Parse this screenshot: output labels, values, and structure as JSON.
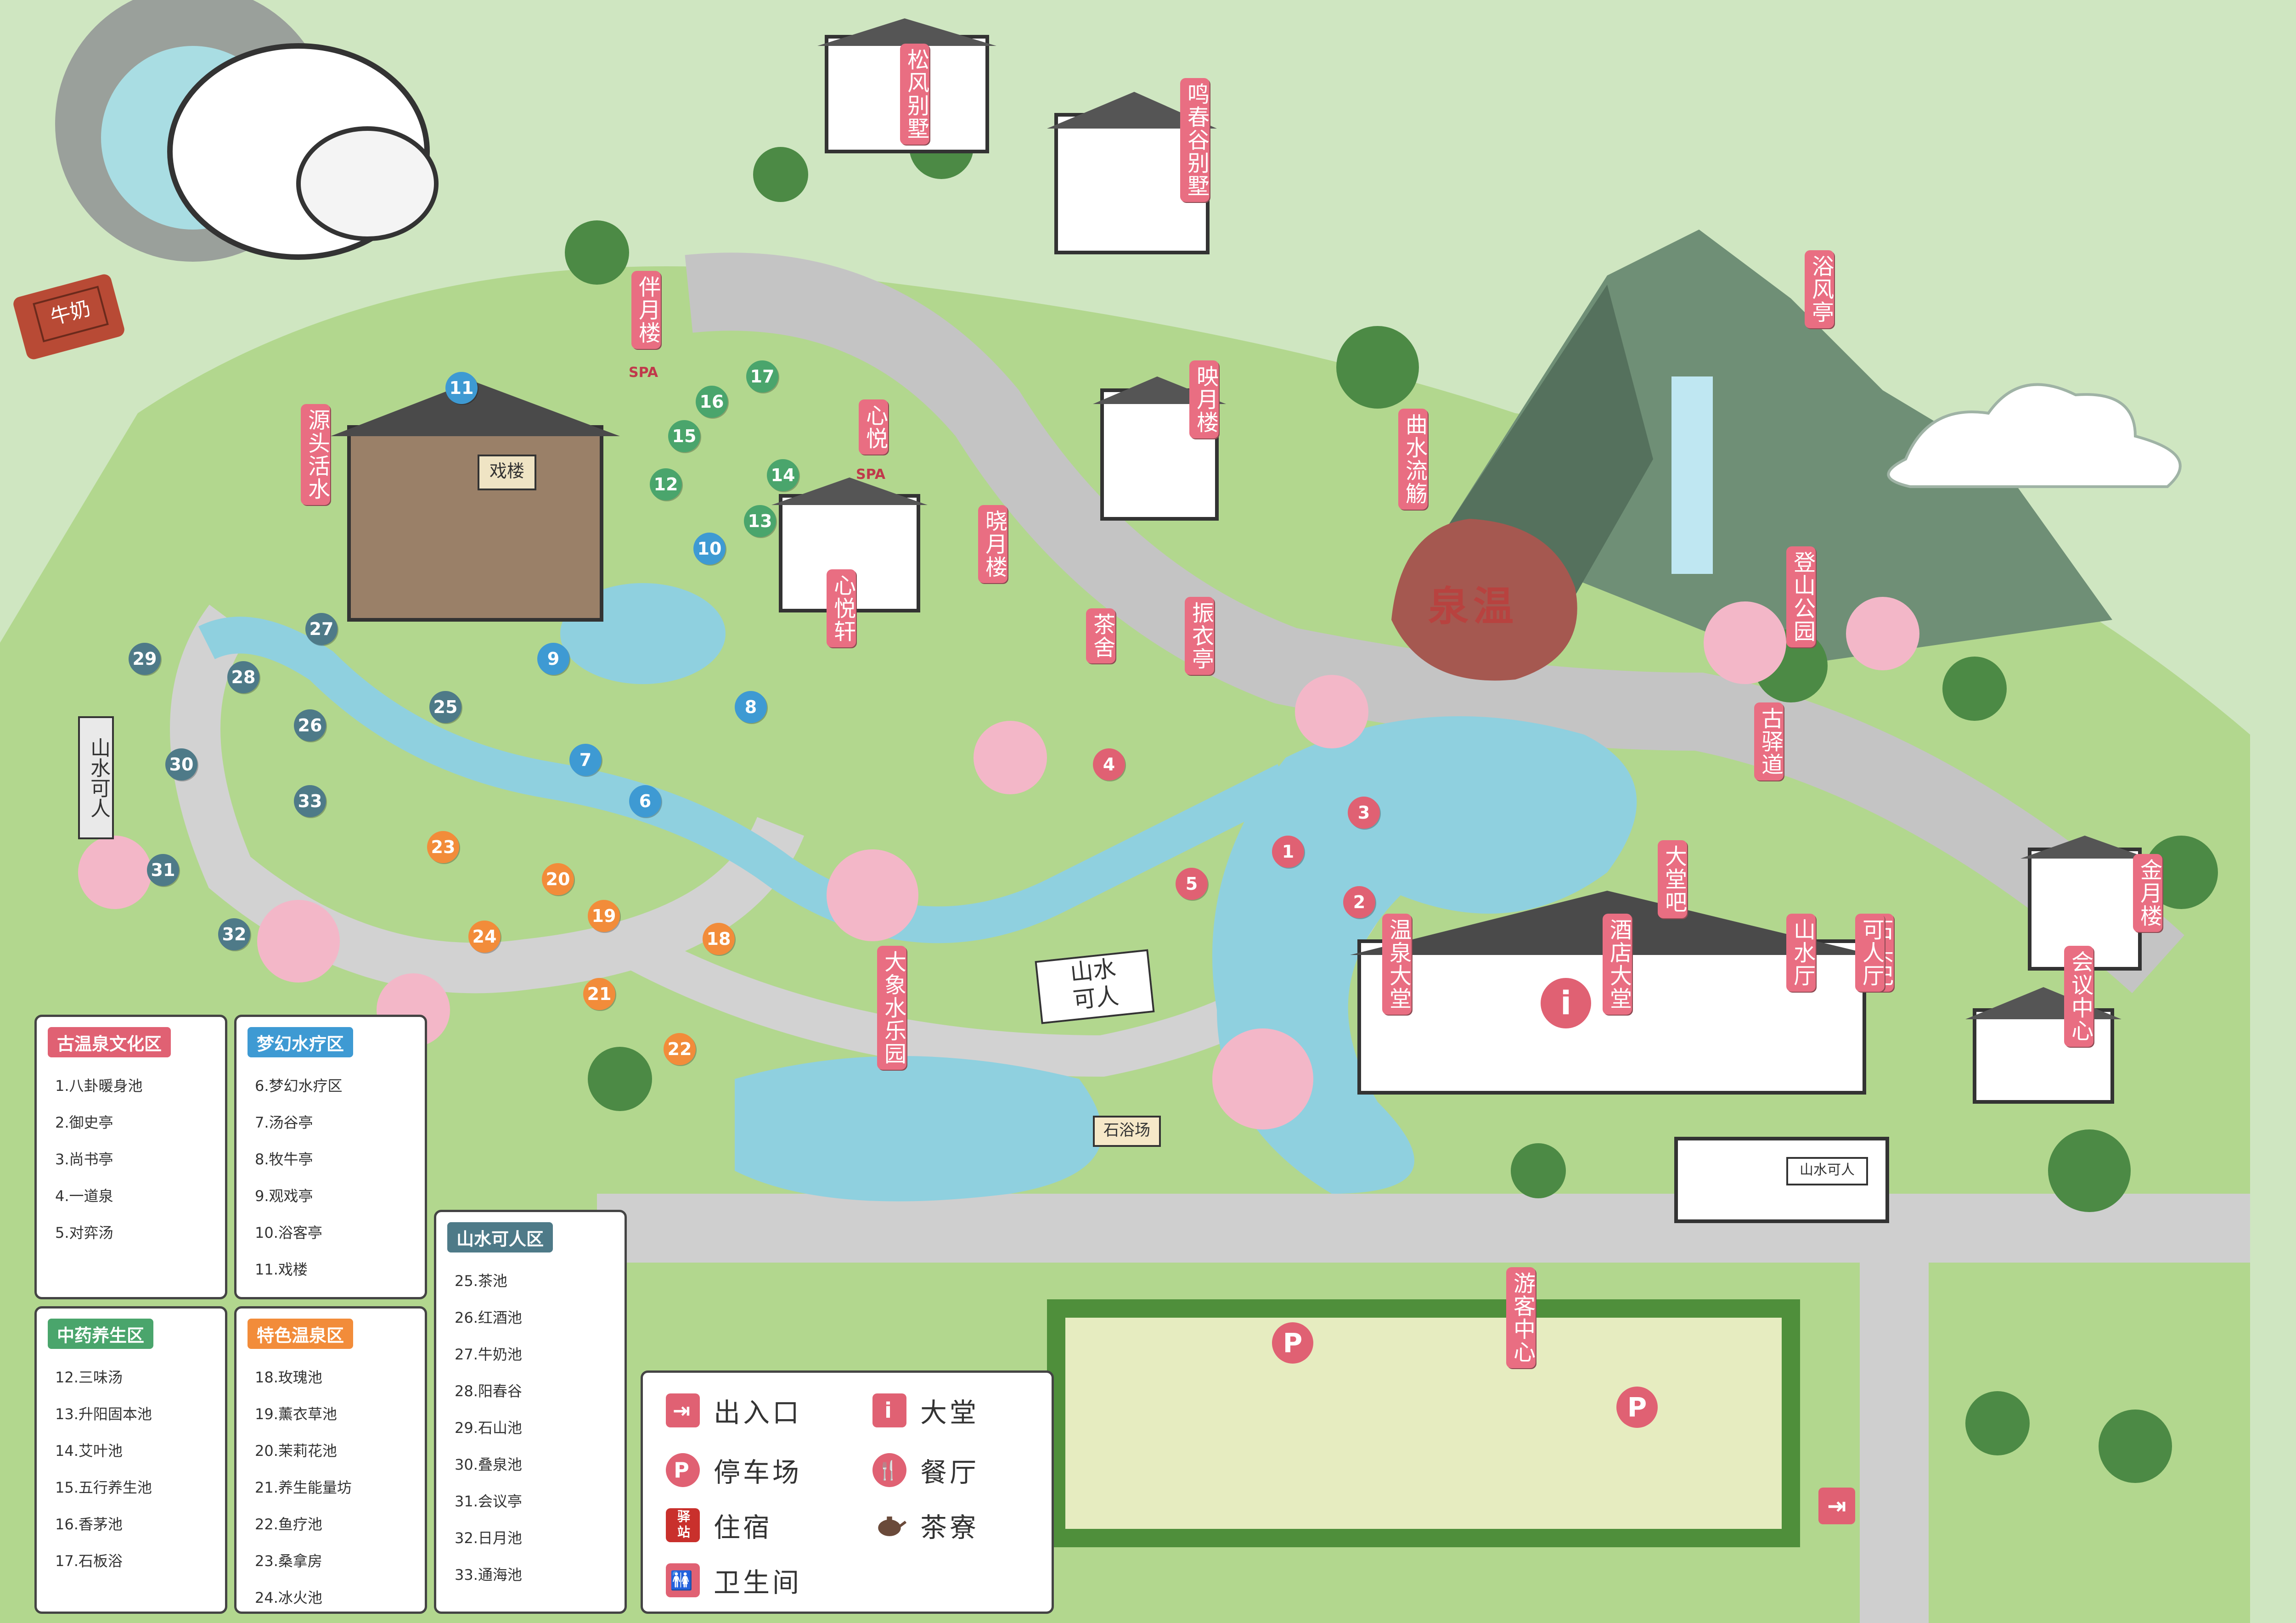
{
  "colors": {
    "grass": "#a9cf84",
    "path": "#c9c9c9",
    "water": "#8fd0df",
    "label_pink": "#e96e82",
    "zone_culture": "#e06173",
    "zone_dream": "#3e9ad3",
    "zone_herbal": "#4aa56c",
    "zone_feature": "#f28c3a",
    "zone_shanshui": "#4e7a88"
  },
  "map_labels": [
    {
      "text": "松风别墅"
    },
    {
      "text": "鸣春谷别墅"
    },
    {
      "text": "浴风亭"
    },
    {
      "text": "伴月楼",
      "sub": "SPA"
    },
    {
      "text": "心悦",
      "sub": "SPA"
    },
    {
      "text": "源头活水"
    },
    {
      "text": "映月楼"
    },
    {
      "text": "曲水流觞"
    },
    {
      "text": "晓月楼"
    },
    {
      "text": "心悦轩"
    },
    {
      "text": "茶舍"
    },
    {
      "text": "振衣亭"
    },
    {
      "text": "登山公园"
    },
    {
      "text": "古驿道"
    },
    {
      "text": "大堂吧"
    },
    {
      "text": "温泉大堂"
    },
    {
      "text": "酒店大堂"
    },
    {
      "text": "山水厅"
    },
    {
      "text": "石头记"
    },
    {
      "text": "可人厅"
    },
    {
      "text": "金月楼"
    },
    {
      "text": "会议中心"
    },
    {
      "text": "大象水乐园"
    },
    {
      "text": "游客中心"
    }
  ],
  "scenery_text": {
    "stone": "泉温",
    "sign_shanshui": "山水",
    "sign_keren": "可人",
    "stone_left": "山水可人",
    "pavilion_sign": "戏楼",
    "milk_plaque": "牛奶",
    "bath_sign": "石浴场",
    "bldg_sign": "山水可人"
  },
  "spots": [
    {
      "n": "1",
      "zone": "culture"
    },
    {
      "n": "2",
      "zone": "culture"
    },
    {
      "n": "3",
      "zone": "culture"
    },
    {
      "n": "4",
      "zone": "culture"
    },
    {
      "n": "5",
      "zone": "culture"
    },
    {
      "n": "6",
      "zone": "dream"
    },
    {
      "n": "7",
      "zone": "dream"
    },
    {
      "n": "8",
      "zone": "dream"
    },
    {
      "n": "9",
      "zone": "dream"
    },
    {
      "n": "10",
      "zone": "dream"
    },
    {
      "n": "11",
      "zone": "dream"
    },
    {
      "n": "12",
      "zone": "herbal"
    },
    {
      "n": "13",
      "zone": "herbal"
    },
    {
      "n": "14",
      "zone": "herbal"
    },
    {
      "n": "15",
      "zone": "herbal"
    },
    {
      "n": "16",
      "zone": "herbal"
    },
    {
      "n": "17",
      "zone": "herbal"
    },
    {
      "n": "18",
      "zone": "feature"
    },
    {
      "n": "19",
      "zone": "feature"
    },
    {
      "n": "20",
      "zone": "feature"
    },
    {
      "n": "21",
      "zone": "feature"
    },
    {
      "n": "22",
      "zone": "feature"
    },
    {
      "n": "23",
      "zone": "feature"
    },
    {
      "n": "24",
      "zone": "feature"
    },
    {
      "n": "25",
      "zone": "shanshui"
    },
    {
      "n": "26",
      "zone": "shanshui"
    },
    {
      "n": "27",
      "zone": "shanshui"
    },
    {
      "n": "28",
      "zone": "shanshui"
    },
    {
      "n": "29",
      "zone": "shanshui"
    },
    {
      "n": "30",
      "zone": "shanshui"
    },
    {
      "n": "31",
      "zone": "shanshui"
    },
    {
      "n": "32",
      "zone": "shanshui"
    },
    {
      "n": "33",
      "zone": "shanshui"
    }
  ],
  "zones": [
    {
      "id": "culture",
      "title": "古温泉文化区",
      "items": [
        "1.八卦暖身池",
        "2.御史亭",
        "3.尚书亭",
        "4.一道泉",
        "5.对弈汤"
      ]
    },
    {
      "id": "dream",
      "title": "梦幻水疗区",
      "items": [
        "6.梦幻水疗区",
        "7.汤谷亭",
        "8.牧牛亭",
        "9.观戏亭",
        "10.浴客亭",
        "11.戏楼"
      ]
    },
    {
      "id": "herbal",
      "title": "中药养生区",
      "items": [
        "12.三味汤",
        "13.升阳固本池",
        "14.艾叶池",
        "15.五行养生池",
        "16.香茅池",
        "17.石板浴"
      ]
    },
    {
      "id": "feature",
      "title": "特色温泉区",
      "items": [
        "18.玫瑰池",
        "19.薰衣草池",
        "20.茉莉花池",
        "21.养生能量坊",
        "22.鱼疗池",
        "23.桑拿房",
        "24.冰火池"
      ]
    },
    {
      "id": "shanshui",
      "title": "山水可人区",
      "items": [
        "25.茶池",
        "26.红酒池",
        "27.牛奶池",
        "28.阳春谷",
        "29.石山池",
        "30.叠泉池",
        "31.会议亭",
        "32.日月池",
        "33.通海池"
      ]
    }
  ],
  "legend": [
    {
      "icon": "entrance-exit-icon",
      "label": "出入口"
    },
    {
      "icon": "info-icon",
      "label": "大堂"
    },
    {
      "icon": "parking-icon",
      "label": "停车场"
    },
    {
      "icon": "dining-icon",
      "label": "餐厅"
    },
    {
      "icon": "lodging-icon",
      "label": "住宿",
      "icon_text": "驿站"
    },
    {
      "icon": "teapot-icon",
      "label": "茶寮"
    },
    {
      "icon": "restroom-icon",
      "label": "卫生间"
    }
  ],
  "icon_glyphs": {
    "info": "i",
    "parking": "P",
    "toilet": "🚻",
    "entrance": "⇥"
  }
}
